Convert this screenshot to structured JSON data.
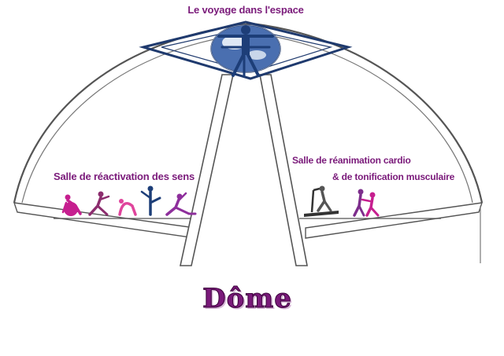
{
  "labels": {
    "top": "Le voyage dans l'espace",
    "left": "Salle de réactivation des sens",
    "right_line1": "Salle de réanimation cardio",
    "right_line2": "& de tonification musculaire",
    "main": "Dôme"
  },
  "colors": {
    "label_text": "#7a1a7a",
    "frame_navy": "#1f3a6e",
    "structure_stroke": "#555555",
    "figure_magenta": "#c61f8f",
    "figure_purple": "#7d2e8c",
    "figure_navy": "#1d3e78",
    "figure_pink": "#e0449c",
    "globe_blue": "#4a6fb0"
  },
  "icons": {
    "top": "vitruvian-globe-icon",
    "left_figures": [
      "gym-ball-woman-icon",
      "dancer-icon",
      "backbend-woman-icon",
      "yoga-pose-icon",
      "lunge-woman-icon"
    ],
    "right_figures": [
      "treadmill-runner-icon",
      "strength-training-icon"
    ]
  }
}
